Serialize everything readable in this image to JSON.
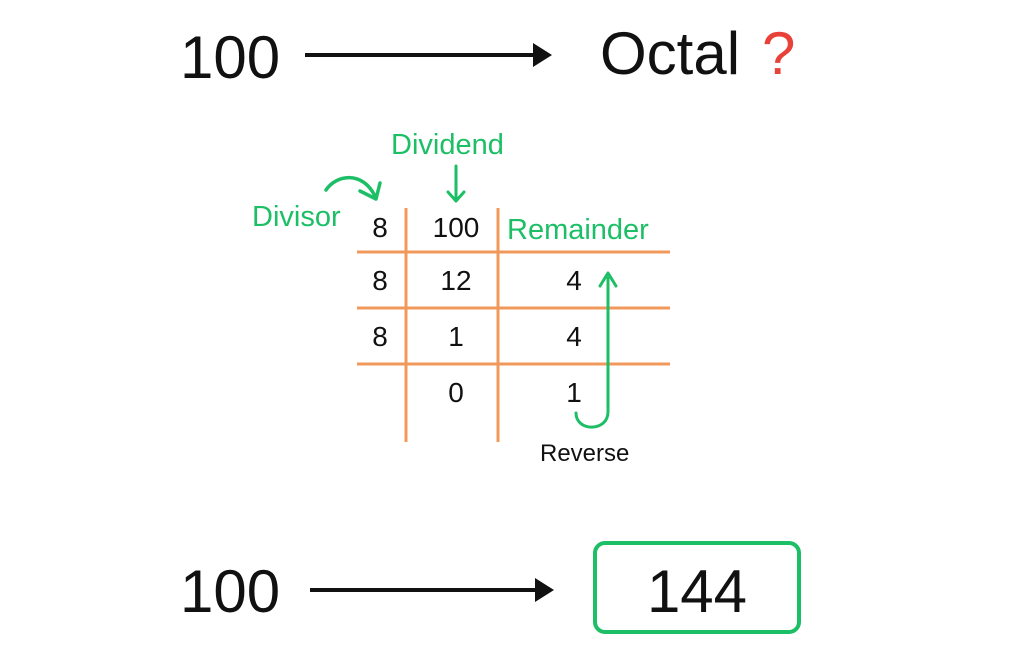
{
  "top": {
    "decimal": "100",
    "target": "Octal",
    "question_mark": "?"
  },
  "labels": {
    "dividend": "Dividend",
    "divisor": "Divisor",
    "remainder": "Remainder",
    "reverse": "Reverse"
  },
  "table": {
    "rows": [
      {
        "divisor": "8",
        "dividend": "100",
        "remainder": ""
      },
      {
        "divisor": "8",
        "dividend": "12",
        "remainder": "4"
      },
      {
        "divisor": "8",
        "dividend": "1",
        "remainder": "4"
      },
      {
        "divisor": "",
        "dividend": "0",
        "remainder": "1"
      }
    ]
  },
  "bottom": {
    "decimal": "100",
    "result": "144"
  },
  "colors": {
    "accent_green": "#1dbf66",
    "grid_orange": "#f0995a",
    "question_red": "#e8413a",
    "text_black": "#111111"
  }
}
